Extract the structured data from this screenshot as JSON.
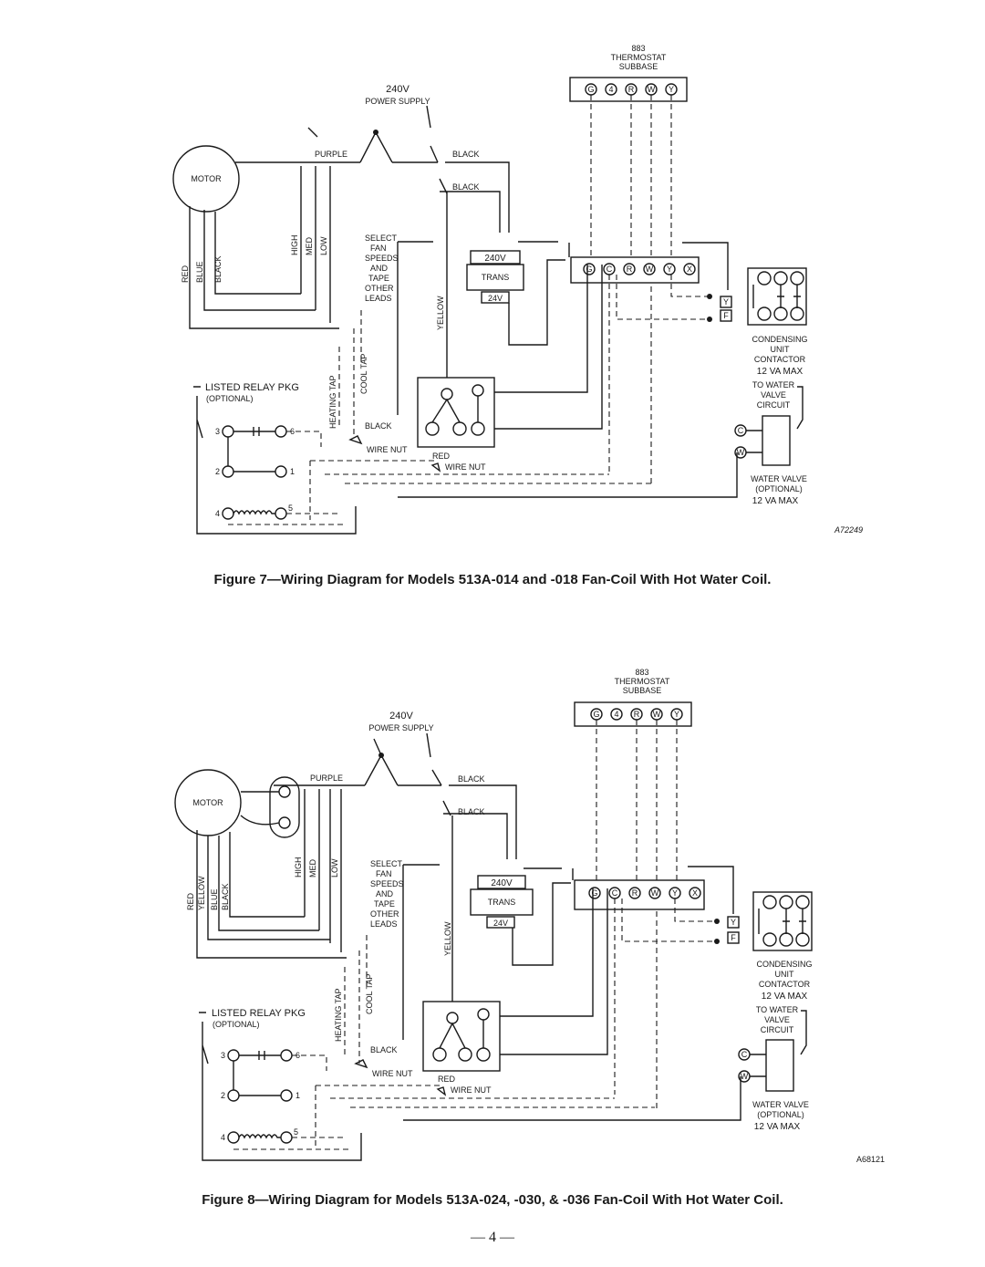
{
  "page_number": "— 4 —",
  "figures": [
    {
      "caption": "Figure 7—Wiring Diagram for Models 513A-014 and -018 Fan-Coil With Hot Water Coil.",
      "code": "A72249",
      "thermostat": {
        "model": "883",
        "line1": "THERMOSTAT",
        "line2": "SUBBASE",
        "terminals": [
          "G",
          "4",
          "R",
          "W",
          "Y"
        ]
      },
      "power_supply": {
        "voltage": "240V",
        "label": "POWER SUPPLY"
      },
      "motor_label": "MOTOR",
      "wires": {
        "purple": "PURPLE",
        "black": "BLACK",
        "yellow": "YELLOW",
        "red": "RED",
        "blue": "BLUE"
      },
      "speeds": [
        "HIGH",
        "MED",
        "LOW"
      ],
      "motor_leads": [
        "RED",
        "BLUE",
        "BLACK"
      ],
      "select_note": [
        "SELECT",
        "FAN",
        "SPEEDS",
        "AND",
        "TAPE",
        "OTHER",
        "LEADS"
      ],
      "transformer": {
        "primary": "240V",
        "name": "TRANS",
        "secondary": "24V"
      },
      "board_terminals": [
        "G",
        "C",
        "R",
        "W",
        "Y",
        "X"
      ],
      "relay": {
        "title": "LISTED RELAY PKG",
        "subtitle": "(OPTIONAL)",
        "pins": [
          "3",
          "6",
          "2",
          "1",
          "4",
          "5"
        ]
      },
      "taps": {
        "heating": "HEATING TAP",
        "cool": "COOL TAP"
      },
      "wire_nut": "WIRE NUT",
      "condensing": [
        "CONDENSING",
        "UNIT",
        "CONTACTOR",
        "12 VA MAX"
      ],
      "contactor_terms": [
        "Y",
        "F"
      ],
      "water_circuit": [
        "TO WATER",
        "VALVE",
        "CIRCUIT"
      ],
      "water_terms": [
        "C",
        "W"
      ],
      "water_valve": [
        "WATER VALVE",
        "(OPTIONAL)",
        "12 VA MAX"
      ]
    },
    {
      "caption": "Figure 8—Wiring Diagram for Models 513A-024, -030, & -036 Fan-Coil With Hot Water Coil.",
      "code": "A68121",
      "thermostat": {
        "model": "883",
        "line1": "THERMOSTAT",
        "line2": "SUBBASE",
        "terminals": [
          "G",
          "4",
          "R",
          "W",
          "Y"
        ]
      },
      "power_supply": {
        "voltage": "240V",
        "label": "POWER SUPPLY"
      },
      "motor_label": "MOTOR",
      "wires": {
        "purple": "PURPLE",
        "black": "BLACK",
        "yellow": "YELLOW",
        "red": "RED",
        "blue": "BLUE"
      },
      "speeds": [
        "HIGH",
        "MED",
        "LOW"
      ],
      "motor_leads": [
        "RED",
        "YELLOW",
        "BLUE",
        "BLACK"
      ],
      "select_note": [
        "SELECT",
        "FAN",
        "SPEEDS",
        "AND",
        "TAPE",
        "OTHER",
        "LEADS"
      ],
      "transformer": {
        "primary": "240V",
        "name": "TRANS",
        "secondary": "24V"
      },
      "board_terminals": [
        "G",
        "C",
        "R",
        "W",
        "Y",
        "X"
      ],
      "relay": {
        "title": "LISTED RELAY PKG",
        "subtitle": "(OPTIONAL)",
        "pins": [
          "3",
          "6",
          "2",
          "1",
          "4",
          "5"
        ]
      },
      "taps": {
        "heating": "HEATING TAP",
        "cool": "COOL TAP"
      },
      "wire_nut": "WIRE NUT",
      "condensing": [
        "CONDENSING",
        "UNIT",
        "CONTACTOR",
        "12 VA MAX"
      ],
      "contactor_terms": [
        "Y",
        "F"
      ],
      "water_circuit": [
        "TO WATER",
        "VALVE",
        "CIRCUIT"
      ],
      "water_terms": [
        "C",
        "W"
      ],
      "water_valve": [
        "WATER VALVE",
        "(OPTIONAL)",
        "12 VA MAX"
      ]
    }
  ]
}
